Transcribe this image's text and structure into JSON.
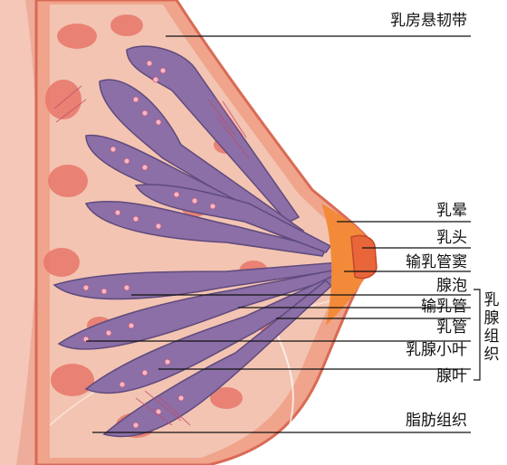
{
  "labels": {
    "suspensory_ligament": "乳房悬韧带",
    "areola": "乳晕",
    "nipple": "乳头",
    "lactiferous_sinus": "输乳管窦",
    "alveolus": "腺泡",
    "lactiferous_duct": "输乳管",
    "milk_duct": "乳管",
    "lobule": "乳腺小叶",
    "lobe": "腺叶",
    "fat_tissue": "脂肪组织",
    "group": "乳腺组织"
  },
  "colors": {
    "skin": "#f0a48c",
    "skin_edge": "#d96a55",
    "tissue": "#f3c4b2",
    "fat_lobule": "#e8776a",
    "gland": "#8b6fa6",
    "gland_edge": "#5f4a7d",
    "areola": "#f28a3a",
    "nipple": "#e8663a",
    "leader": "#111111"
  }
}
